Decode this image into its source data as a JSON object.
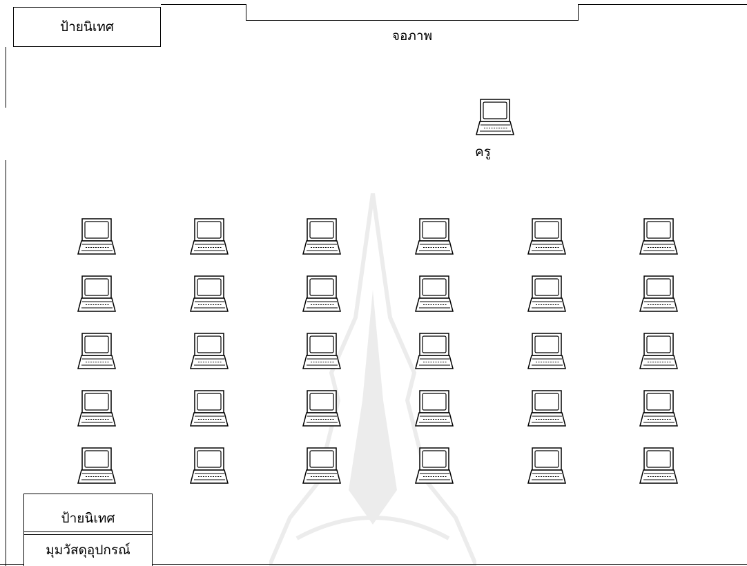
{
  "notice_top": {
    "label": "ป้ายนิเทศ"
  },
  "screen": {
    "label": "จอภาพ"
  },
  "teacher": {
    "label": "ครู",
    "icon": "laptop-icon"
  },
  "students": {
    "rows": 5,
    "columns": 6,
    "icon": "laptop-icon"
  },
  "notice_bottom": {
    "label": "ป้ายนิเทศ",
    "sub_label": "มุมวัสดุอุปกรณ์"
  }
}
